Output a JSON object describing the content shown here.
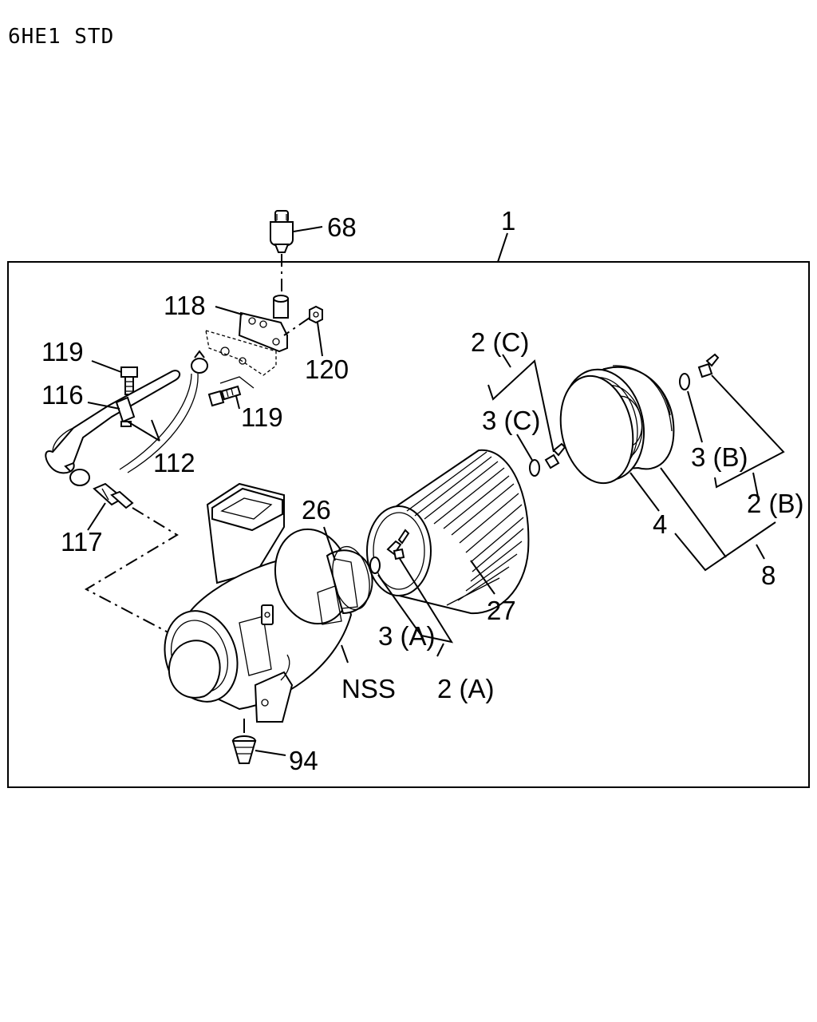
{
  "header": {
    "model": "6HE1 STD"
  },
  "callouts": {
    "c1": "1",
    "c68": "68",
    "c118": "118",
    "c120": "120",
    "c119a": "119",
    "c116": "116",
    "c119b": "119",
    "c112": "112",
    "c117": "117",
    "c26": "26",
    "c2C": "2 (C)",
    "c3C": "3 (C)",
    "c3B": "3 (B)",
    "c2B": "2 (B)",
    "c4": "4",
    "c8": "8",
    "c27": "27",
    "c3A": "3 (A)",
    "c2A": "2 (A)",
    "cNSS": "NSS",
    "c94": "94"
  }
}
